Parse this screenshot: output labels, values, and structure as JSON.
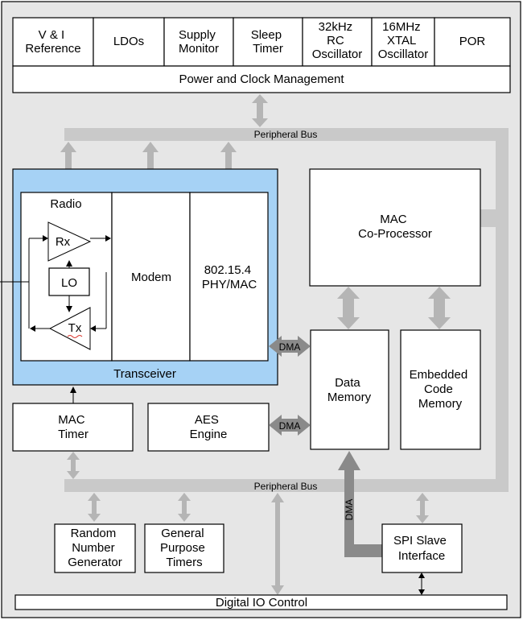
{
  "power": {
    "title": "Power and Clock Management",
    "blocks": [
      [
        "V & I",
        "Reference"
      ],
      [
        "LDOs"
      ],
      [
        "Supply",
        "Monitor"
      ],
      [
        "Sleep",
        "Timer"
      ],
      [
        "32kHz",
        "RC",
        "Oscillator"
      ],
      [
        "16MHz",
        "XTAL",
        "Oscillator"
      ],
      [
        "POR"
      ]
    ]
  },
  "buses": {
    "top": "Peripheral Bus",
    "bottom": "Peripheral Bus"
  },
  "transceiver": {
    "label": "Transceiver",
    "radio": "Radio",
    "rx": "Rx",
    "lo": "LO",
    "tx": "Tx",
    "modem": "Modem",
    "phy": [
      "802.15.4",
      "PHY/MAC"
    ]
  },
  "mac_coprocessor": [
    "MAC",
    "Co-Processor"
  ],
  "data_memory": [
    "Data",
    "Memory"
  ],
  "code_memory": [
    "Embedded",
    "Code",
    "Memory"
  ],
  "mac_timer": [
    "MAC",
    "Timer"
  ],
  "aes": [
    "AES",
    "Engine"
  ],
  "rng": [
    "Random",
    "Number",
    "Generator"
  ],
  "timers": [
    "General",
    "Purpose",
    "Timers"
  ],
  "spi": [
    "SPI Slave",
    "Interface"
  ],
  "dma": {
    "transceiver": "DMA",
    "aes": "DMA",
    "spi": "DMA"
  },
  "io": "Digital IO Control",
  "colors": {
    "background": "#e6e6e6",
    "transceiver_fill": "#a6d2f5",
    "bus": "#c9c9c9"
  }
}
